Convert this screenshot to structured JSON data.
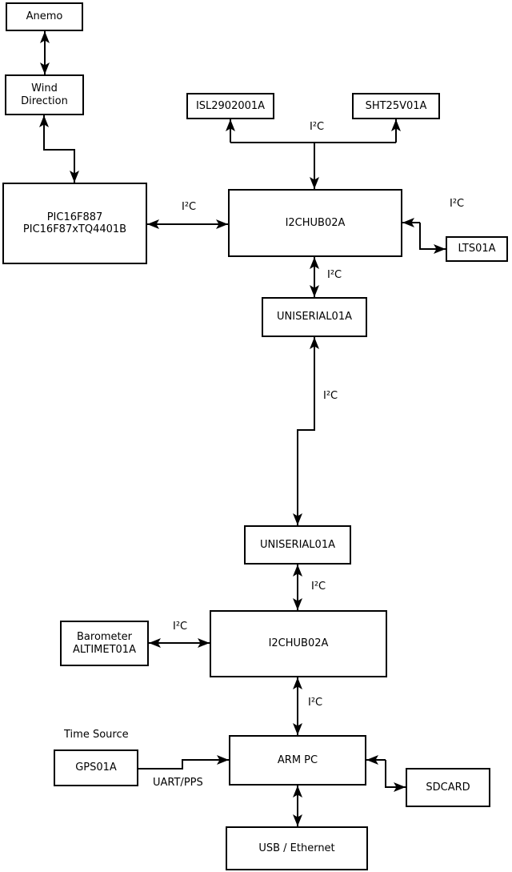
{
  "diagram": {
    "colors": {
      "background": "#ffffff",
      "line": "#000000",
      "text": "#000000",
      "box_fill": "#ffffff"
    },
    "nodes": {
      "anemo": {
        "label": "Anemo"
      },
      "wind_direction": {
        "label": "Wind\nDirection"
      },
      "pic": {
        "label": "PIC16F887\nPIC16F87xTQ4401B"
      },
      "isl": {
        "label": "ISL2902001A"
      },
      "sht": {
        "label": "SHT25V01A"
      },
      "i2c_hub_top": {
        "label": "I2CHUB02A"
      },
      "lts": {
        "label": "LTS01A"
      },
      "uniserial_top": {
        "label": "UNISERIAL01A"
      },
      "uniserial_bottom": {
        "label": "UNISERIAL01A"
      },
      "i2c_hub_bottom": {
        "label": "I2CHUB02A"
      },
      "barometer": {
        "label": "Barometer\nALTIMET01A"
      },
      "gps": {
        "label": "GPS01A"
      },
      "arm_pc": {
        "label": "ARM PC"
      },
      "sdcard": {
        "label": "SDCARD"
      },
      "usb_ethernet": {
        "label": "USB / Ethernet"
      }
    },
    "edge_labels": {
      "i2c": "I²C",
      "time_source": "Time Source",
      "uart_pps": "UART/PPS"
    },
    "edges": [
      {
        "from": "anemo",
        "to": "wind_direction",
        "label": "",
        "direction": "bidirectional"
      },
      {
        "from": "wind_direction",
        "to": "pic",
        "label": "",
        "direction": "bidirectional"
      },
      {
        "from": "pic",
        "to": "i2c_hub_top",
        "label": "I²C",
        "direction": "bidirectional"
      },
      {
        "from": "i2c_hub_top",
        "to": "isl",
        "label": "I²C",
        "direction": "bidirectional-bus"
      },
      {
        "from": "i2c_hub_top",
        "to": "sht",
        "label": "I²C",
        "direction": "bidirectional-bus"
      },
      {
        "from": "i2c_hub_top",
        "to": "lts",
        "label": "I²C",
        "direction": "bidirectional"
      },
      {
        "from": "i2c_hub_top",
        "to": "uniserial_top",
        "label": "I²C",
        "direction": "bidirectional"
      },
      {
        "from": "uniserial_top",
        "to": "uniserial_bottom",
        "label": "I²C",
        "direction": "bidirectional"
      },
      {
        "from": "uniserial_bottom",
        "to": "i2c_hub_bottom",
        "label": "I²C",
        "direction": "bidirectional"
      },
      {
        "from": "barometer",
        "to": "i2c_hub_bottom",
        "label": "I²C",
        "direction": "bidirectional"
      },
      {
        "from": "i2c_hub_bottom",
        "to": "arm_pc",
        "label": "I²C",
        "direction": "bidirectional"
      },
      {
        "from": "gps",
        "to": "arm_pc",
        "label": "UART/PPS",
        "direction": "one-way"
      },
      {
        "from": "arm_pc",
        "to": "sdcard",
        "label": "",
        "direction": "bidirectional"
      },
      {
        "from": "arm_pc",
        "to": "usb_ethernet",
        "label": "",
        "direction": "bidirectional"
      }
    ]
  }
}
